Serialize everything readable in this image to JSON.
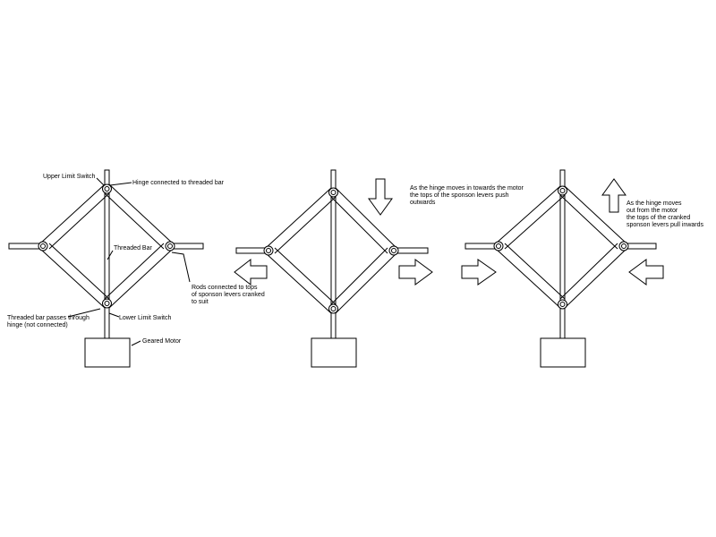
{
  "diagram": {
    "labels": {
      "upper_limit_switch": "Upper Limit Switch",
      "hinge_connected": "Hinge connected to threaded bar",
      "threaded_bar": "Threaded Bar",
      "rods_line1": "Rods connected to tops",
      "rods_line2": "of sponson levers cranked",
      "rods_line3": "to suit",
      "passes_line1": "Threaded bar passes through",
      "passes_line2": "hinge (not connected)",
      "lower_limit_switch": "Lower Limit Switch",
      "geared_motor": "Geared Motor"
    },
    "caption_in": {
      "line1": "As the hinge moves in towards the motor",
      "line2": "the tops of the sponson levers push",
      "line3": "outwards"
    },
    "caption_out": {
      "line1": "As the hinge moves",
      "line2": "out from the motor",
      "line3": "the tops of the cranked",
      "line4": "sponson levers pull inwards"
    }
  }
}
